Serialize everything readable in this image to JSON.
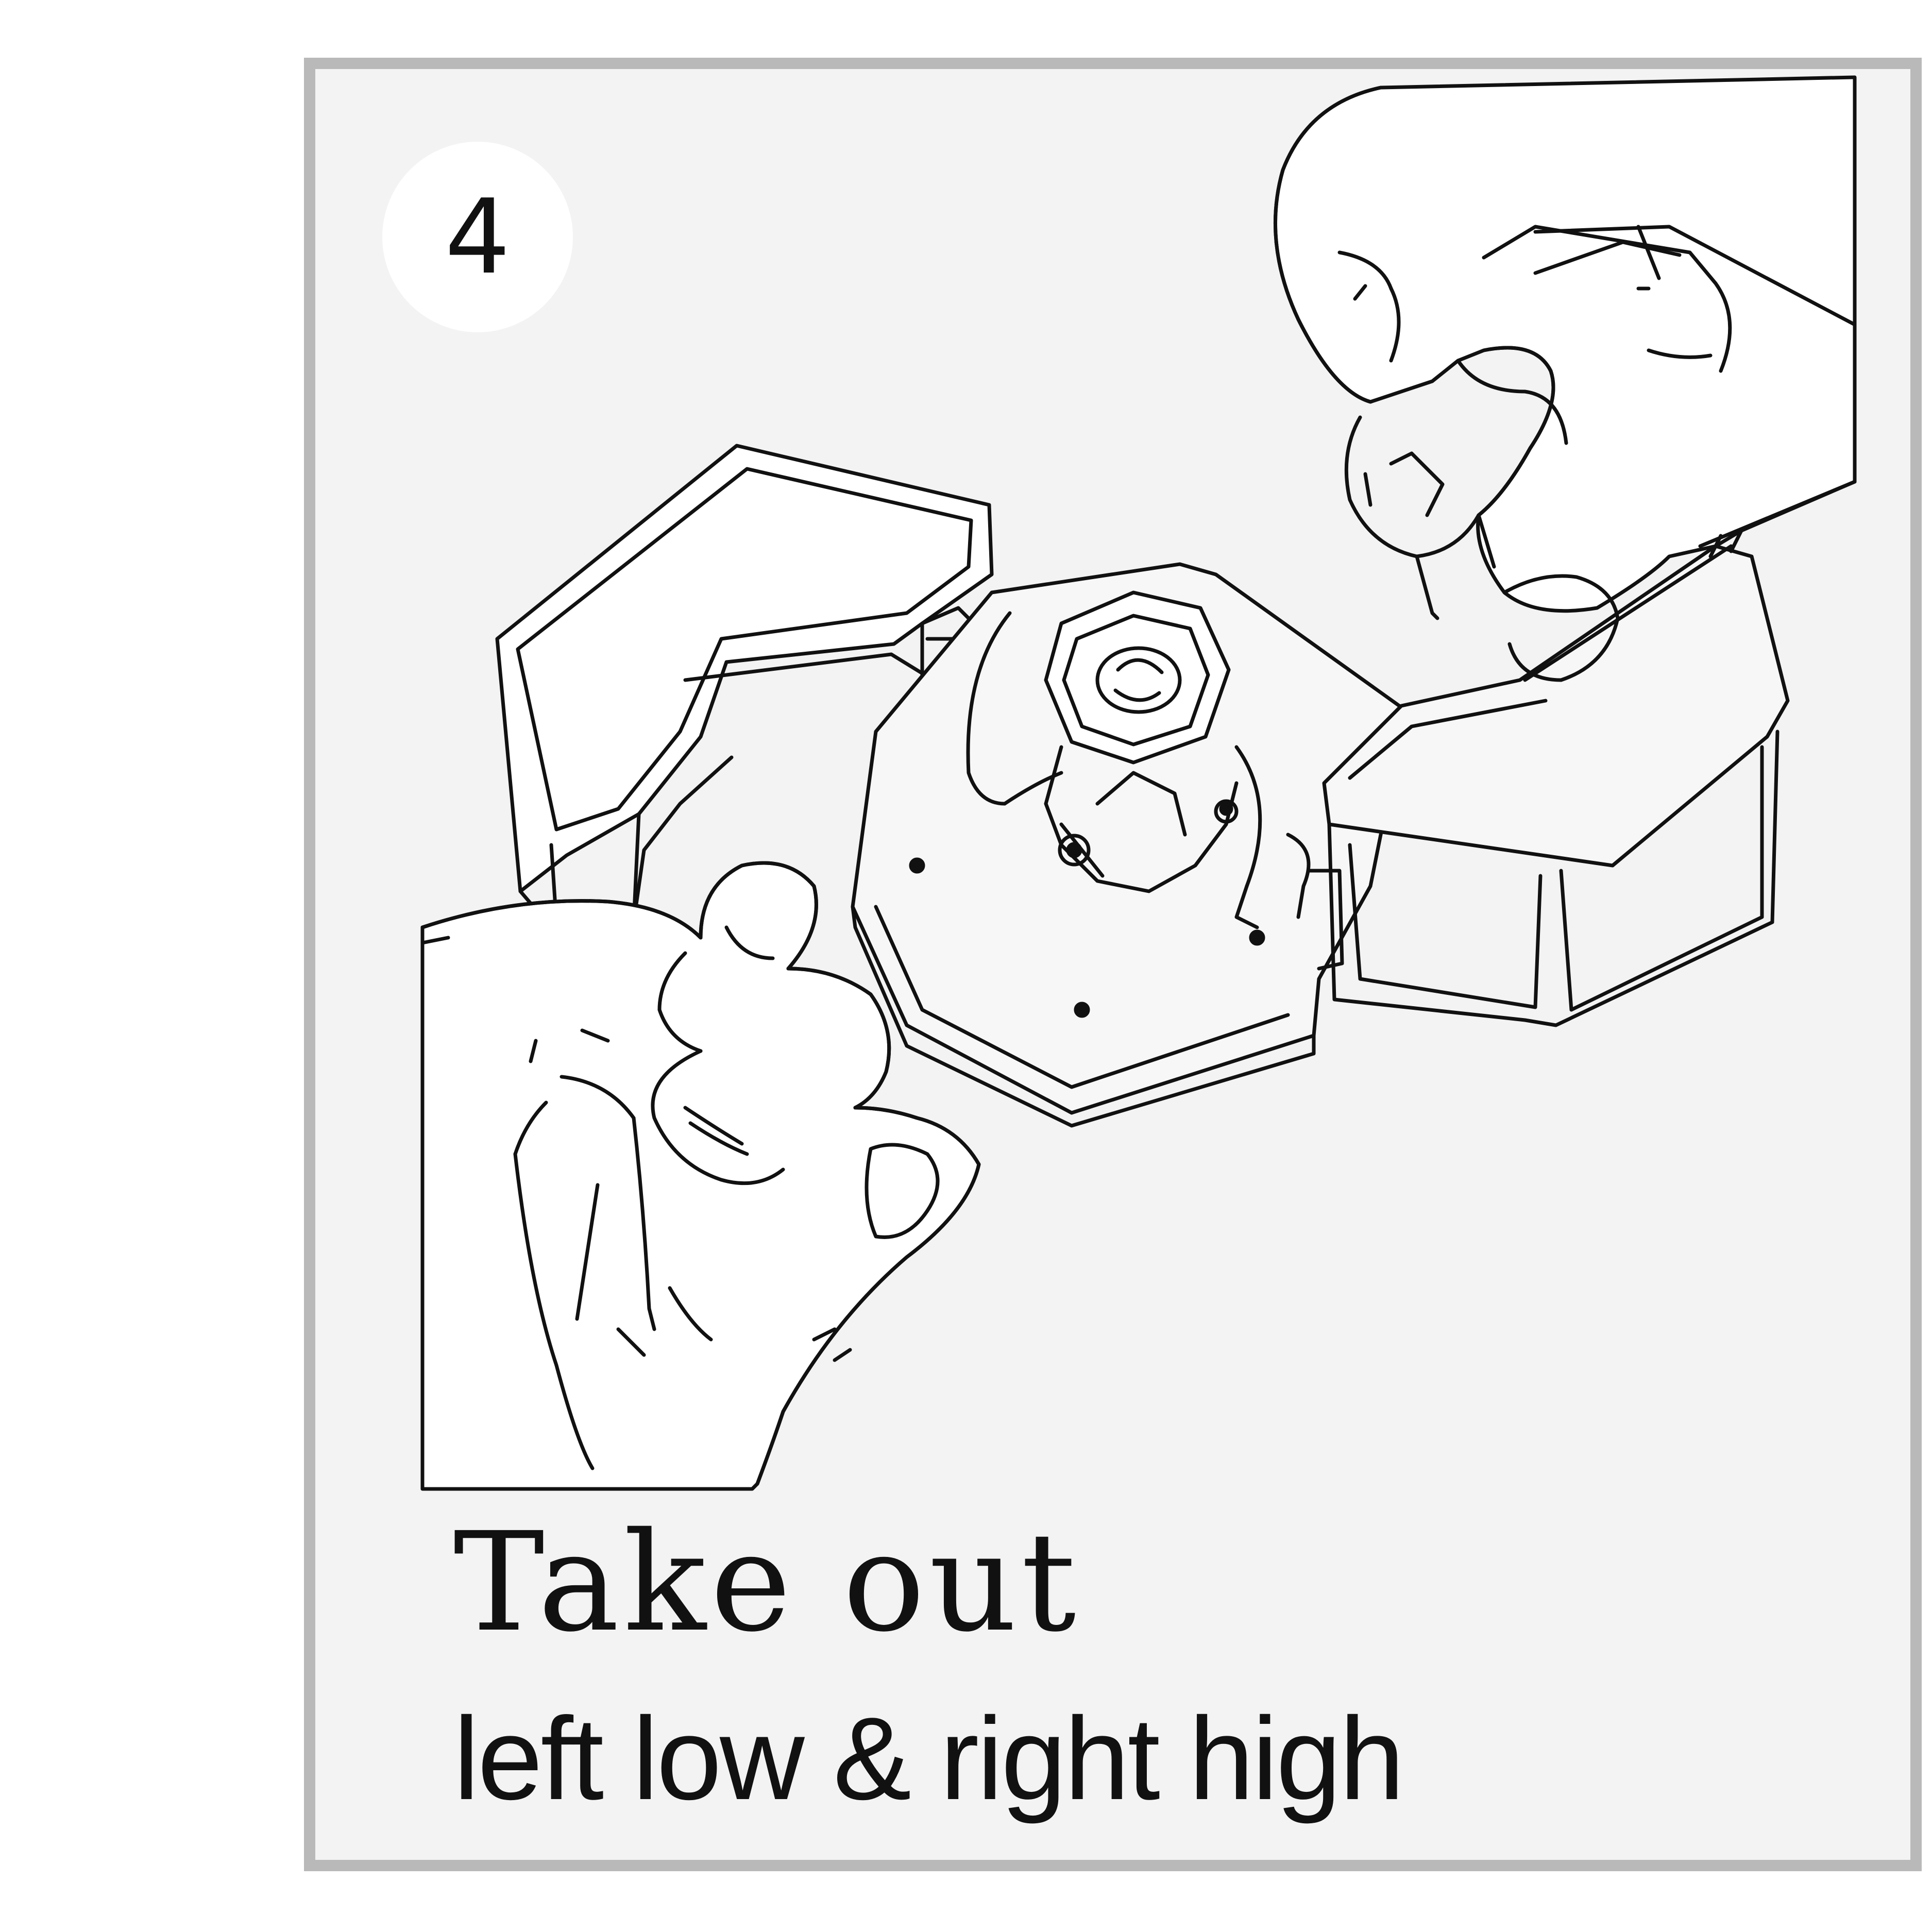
{
  "step": {
    "number": "4"
  },
  "caption": {
    "title": "Take out",
    "subtitle": "left low & right high"
  },
  "colors": {
    "panel_background": "#f3f3f3",
    "panel_border": "#b9b9b9",
    "line": "#111111",
    "badge": "#ffffff"
  }
}
